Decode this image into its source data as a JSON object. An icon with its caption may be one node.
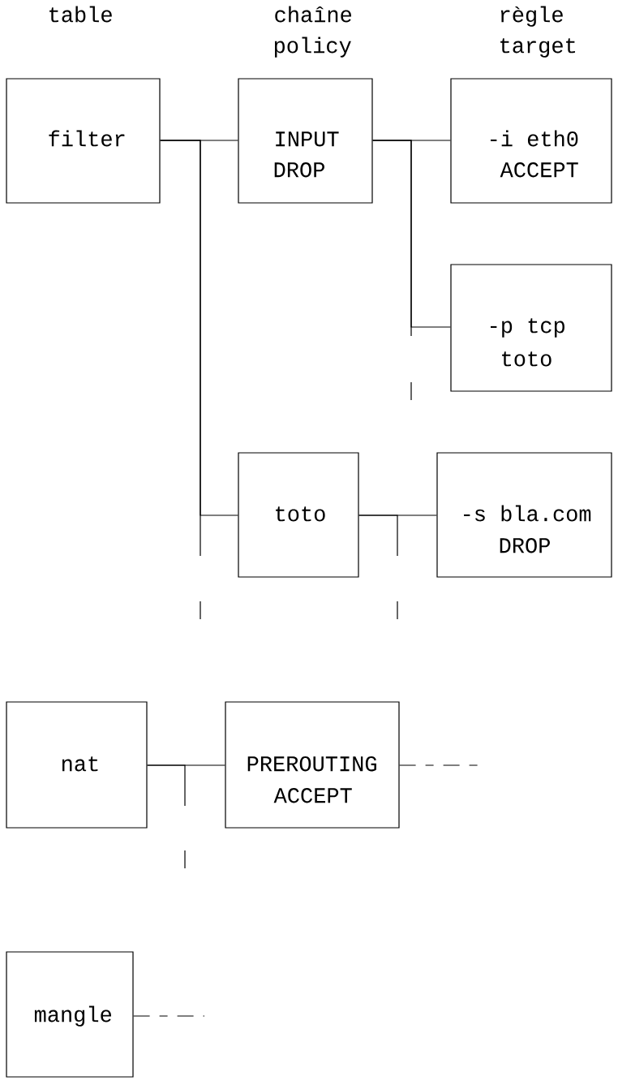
{
  "diagram": {
    "nodes": [
      {
        "text": [
          "filter"
        ]
      },
      {
        "text": [
          "INPUT",
          "DROP"
        ]
      },
      {
        "text": [
          "-i eth0",
          "ACCEPT"
        ]
      },
      {
        "text": [
          "-p tcp",
          "toto"
        ]
      },
      {
        "text": [
          "toto"
        ]
      },
      {
        "text": [
          "-s bla.com",
          "DROP"
        ]
      },
      {
        "text": [
          "nat"
        ]
      },
      {
        "text": [
          "PREROUTING",
          "ACCEPT"
        ]
      },
      {
        "text": [
          "mangle"
        ]
      }
    ],
    "edges": [
      {
        "from": 0,
        "to": 1,
        "arrow": "none"
      },
      {
        "from": 0,
        "to": 4,
        "arrow": "none"
      },
      {
        "from": 0,
        "to": null,
        "arrow": "none"
      },
      {
        "from": 1,
        "to": 2,
        "arrow": "none"
      },
      {
        "from": 1,
        "to": 3,
        "arrow": "none"
      },
      {
        "from": 1,
        "to": null,
        "arrow": "none"
      },
      {
        "from": 4,
        "to": 5,
        "arrow": "none"
      },
      {
        "from": 4,
        "to": null,
        "arrow": "none"
      },
      {
        "from": 6,
        "to": 7,
        "arrow": "none"
      },
      {
        "from": 6,
        "to": null,
        "arrow": "none"
      },
      {
        "from": 7,
        "to": null,
        "arrow": "none",
        "style": "dashed"
      },
      {
        "from": 8,
        "to": null,
        "arrow": "none",
        "style": "dashed"
      }
    ],
    "labels": [
      "table",
      "chaîne",
      "policy",
      "règle",
      "target"
    ]
  }
}
